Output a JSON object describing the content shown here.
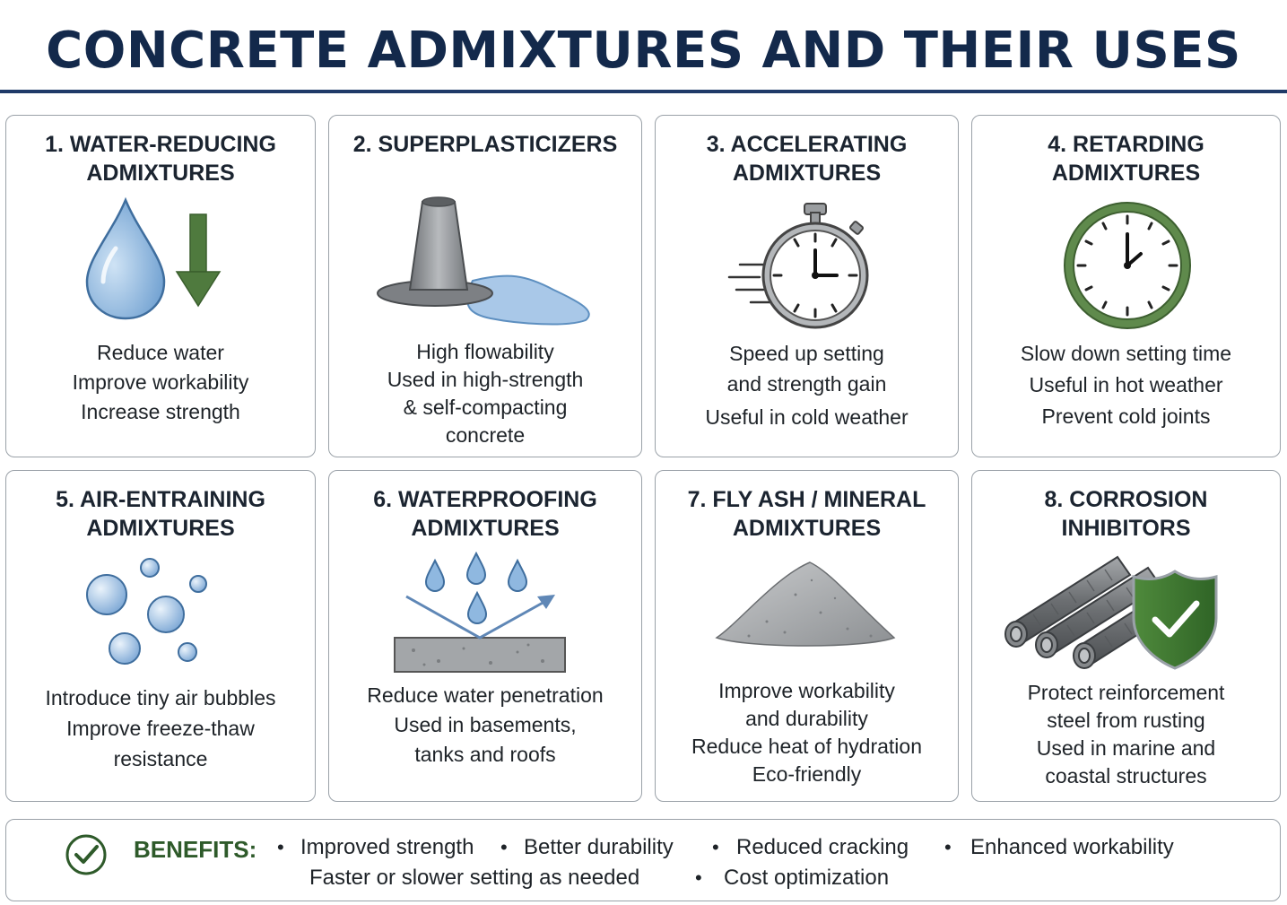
{
  "title": "CONCRETE ADMIXTURES AND THEIR USES",
  "cards": [
    {
      "title": [
        "1. WATER-REDUCING",
        "ADMIXTURES"
      ],
      "icon": "water-drop-down-arrow-icon",
      "desc": [
        "Reduce water",
        "Improve workability",
        "Increase strength"
      ]
    },
    {
      "title": [
        "2. SUPERPLASTICIZERS"
      ],
      "icon": "slump-cone-flow-icon",
      "desc": [
        "High flowability",
        "Used in high-strength",
        "& self-compacting",
        "concrete"
      ]
    },
    {
      "title": [
        "3. ACCELERATING",
        "ADMIXTURES"
      ],
      "icon": "stopwatch-icon",
      "desc": [
        "Speed up setting",
        "and strength gain",
        "Useful in cold weather"
      ]
    },
    {
      "title": [
        "4. RETARDING",
        "ADMIXTURES"
      ],
      "icon": "clock-icon",
      "desc": [
        "Slow down setting time",
        "Useful in hot weather",
        "Prevent cold joints"
      ]
    },
    {
      "title": [
        "5. AIR-ENTRAINING",
        "ADMIXTURES"
      ],
      "icon": "air-bubbles-icon",
      "desc": [
        "Introduce tiny air bubbles",
        "Improve freeze-thaw",
        "resistance"
      ]
    },
    {
      "title": [
        "6. WATERPROOFING",
        "ADMIXTURES"
      ],
      "icon": "water-repel-slab-icon",
      "desc": [
        "Reduce water penetration",
        "Used in basements,",
        "tanks and roofs"
      ]
    },
    {
      "title": [
        "7. FLY ASH / MINERAL",
        "ADMIXTURES"
      ],
      "icon": "ash-pile-icon",
      "desc": [
        "Improve workability",
        "and durability",
        "Reduce heat of hydration",
        "Eco-friendly"
      ]
    },
    {
      "title": [
        "8. CORROSION",
        "INHIBITORS"
      ],
      "icon": "rebar-shield-icon",
      "desc": [
        "Protect reinforcement",
        "steel from rusting",
        "Used in marine and",
        "coastal structures"
      ]
    }
  ],
  "benefits": {
    "icon": "check-circle-icon",
    "label": "BENEFITS:",
    "items": [
      "Improved strength",
      "Better durability",
      "Reduced cracking",
      "Enhanced workability",
      "Faster or slower setting as needed",
      "Cost optimization"
    ]
  },
  "colors": {
    "title": "#13294b",
    "rule": "#1f3a68",
    "water": "#8fb8e0",
    "green": "#4f7a3e",
    "concrete": "#8a8d90",
    "benefit_label": "#2e5a2a"
  }
}
